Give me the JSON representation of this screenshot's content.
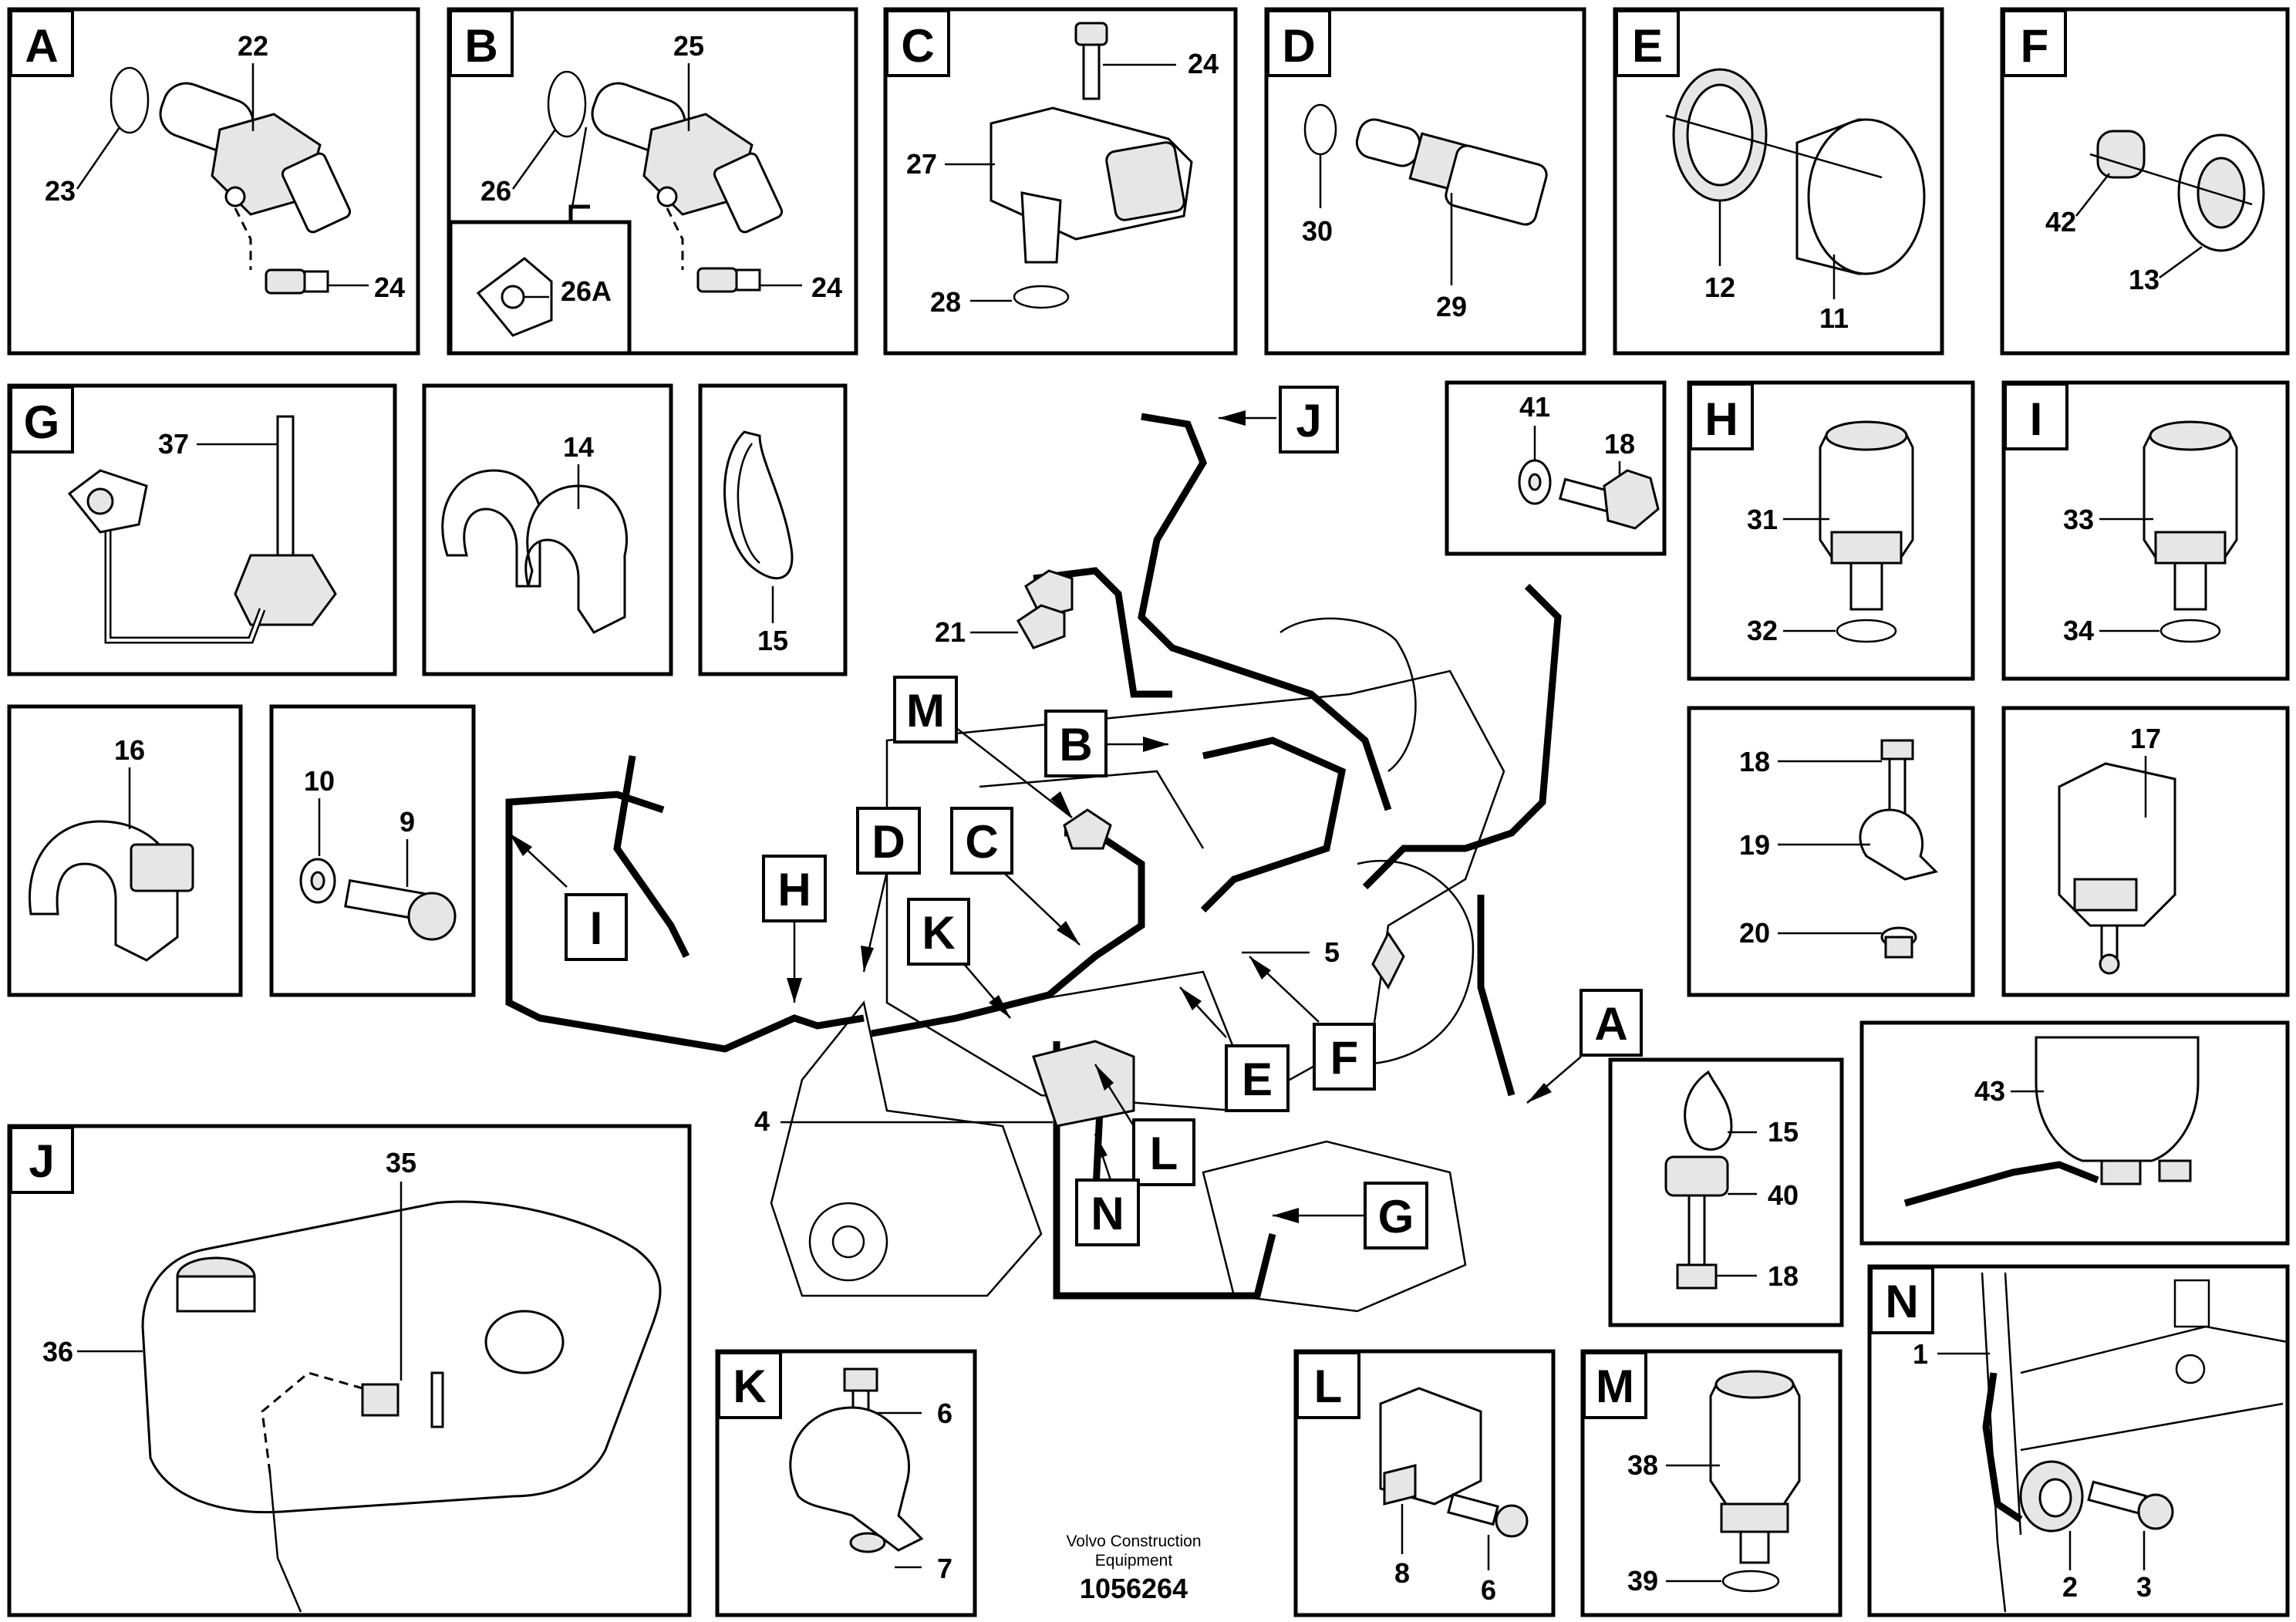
{
  "footer": {
    "company_line1": "Volvo Construction",
    "company_line2": "Equipment",
    "drawing_number": "1056264"
  },
  "panels": {
    "A": {
      "letter": "A",
      "labels": [
        "22",
        "23",
        "24"
      ]
    },
    "B": {
      "letter": "B",
      "labels": [
        "25",
        "26",
        "26A",
        "24"
      ]
    },
    "C": {
      "letter": "C",
      "labels": [
        "24",
        "27",
        "28"
      ]
    },
    "D": {
      "letter": "D",
      "labels": [
        "30",
        "29"
      ]
    },
    "E": {
      "letter": "E",
      "labels": [
        "12",
        "11"
      ]
    },
    "F": {
      "letter": "F",
      "labels": [
        "42",
        "13"
      ]
    },
    "G": {
      "letter": "G",
      "labels": [
        "37"
      ]
    },
    "clip14": {
      "labels": [
        "14"
      ]
    },
    "tie15": {
      "labels": [
        "15"
      ]
    },
    "washer": {
      "labels": [
        "41",
        "18"
      ]
    },
    "H": {
      "letter": "H",
      "labels": [
        "31",
        "32"
      ]
    },
    "I": {
      "letter": "I",
      "labels": [
        "33",
        "34"
      ]
    },
    "clip16": {
      "labels": [
        "16"
      ]
    },
    "bolt": {
      "labels": [
        "10",
        "9"
      ]
    },
    "clamp": {
      "labels": [
        "18",
        "19",
        "20"
      ]
    },
    "clip17": {
      "labels": [
        "17"
      ]
    },
    "J": {
      "letter": "J",
      "labels": [
        "35",
        "36"
      ]
    },
    "tie40": {
      "labels": [
        "15",
        "40",
        "18"
      ]
    },
    "sensor43": {
      "labels": [
        "43"
      ]
    },
    "K": {
      "letter": "K",
      "labels": [
        "6",
        "7"
      ]
    },
    "L": {
      "letter": "L",
      "labels": [
        "8",
        "6"
      ]
    },
    "M": {
      "letter": "M",
      "labels": [
        "38",
        "39"
      ]
    },
    "N": {
      "letter": "N",
      "labels": [
        "1",
        "2",
        "3"
      ]
    }
  },
  "main": {
    "callouts": [
      "J",
      "M",
      "B",
      "D",
      "C",
      "H",
      "K",
      "I",
      "E",
      "F",
      "A",
      "L",
      "N",
      "G"
    ],
    "labels": [
      "21",
      "5",
      "4"
    ]
  }
}
